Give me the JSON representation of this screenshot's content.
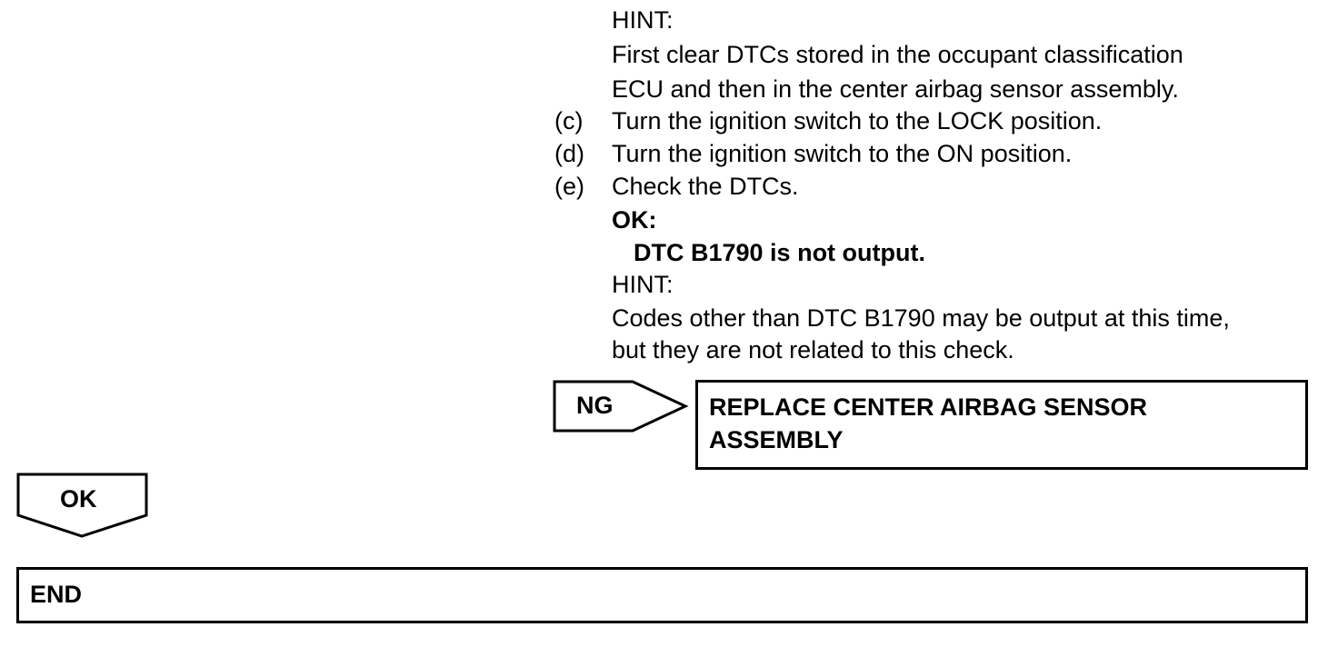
{
  "procedure": {
    "hint1_label": "HINT:",
    "hint1_line1": "First clear DTCs stored in the occupant classification",
    "hint1_line2": "ECU and then in the center airbag sensor assembly.",
    "steps": [
      {
        "label": "(c)",
        "text": "Turn the ignition switch to the LOCK position."
      },
      {
        "label": "(d)",
        "text": "Turn the ignition switch to the ON position."
      },
      {
        "label": "(e)",
        "text": "Check the DTCs."
      }
    ],
    "ok_label": "OK:",
    "ok_condition": "DTC B1790 is not output.",
    "hint2_label": "HINT:",
    "hint2_line1": "Codes other than DTC B1790 may be output at this time,",
    "hint2_line2": "but they are not related to this check."
  },
  "flow": {
    "ng_label": "NG",
    "ng_action_line1": "REPLACE CENTER AIRBAG SENSOR",
    "ng_action_line2": "ASSEMBLY",
    "ok_label": "OK",
    "end_label": "END"
  }
}
